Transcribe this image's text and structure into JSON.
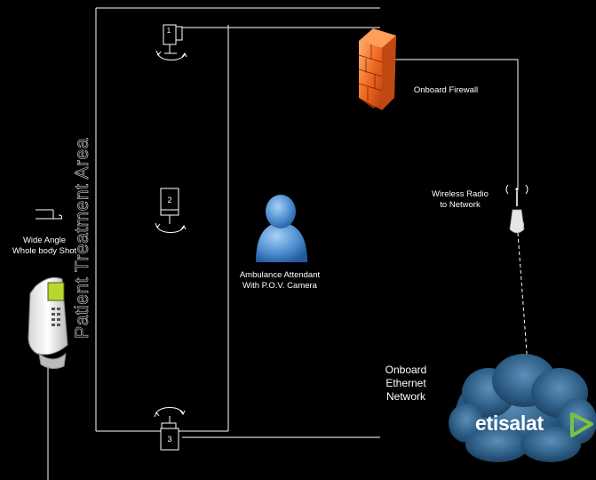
{
  "diagram": {
    "area_label": "Patient Treatment Area",
    "cameras": [
      {
        "id": "camera-1",
        "number": "1"
      },
      {
        "id": "camera-2",
        "number": "2"
      },
      {
        "id": "camera-3",
        "number": "3"
      }
    ],
    "wide_angle_label": "Wide Angle\nWhole body Shot",
    "attendant_label": "Ambulance Attendant\nWith P.O.V. Camera",
    "firewall_label": "Onboard Firewall",
    "radio_label": "Wireless Radio\nto Network",
    "network_label": "Onboard\nEthernet\nNetwork",
    "provider_name": "etisalat"
  },
  "colors": {
    "background": "#000000",
    "line": "#ffffff",
    "firewall": "#e8561c",
    "attendant": "#4a86c8",
    "cloud": "#2c5c86",
    "brand_accent": "#7cc242"
  }
}
